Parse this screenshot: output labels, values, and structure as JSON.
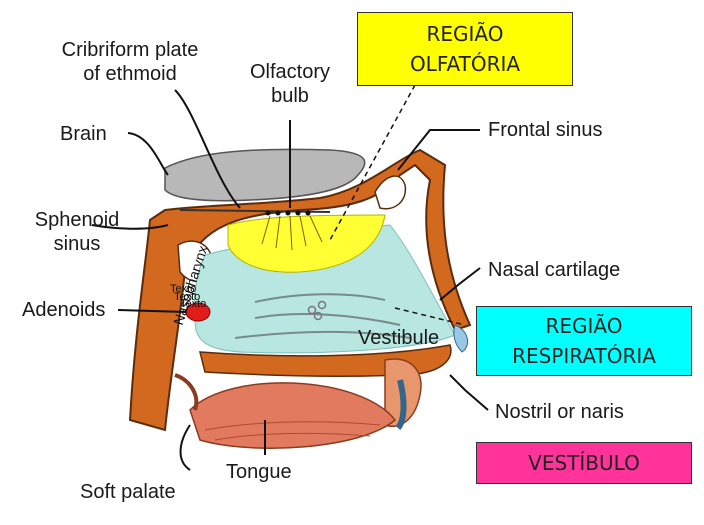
{
  "labels": {
    "cribriform": [
      "Cribriform plate",
      "of ethmoid"
    ],
    "olfactory_bulb": [
      "Olfactory",
      "bulb"
    ],
    "brain": "Brain",
    "frontal_sinus": "Frontal sinus",
    "sphenoid": [
      "Sphenoid",
      "sinus"
    ],
    "nasal_cartilage": "Nasal cartilage",
    "adenoids": "Adenoids",
    "vestibule": "Vestibule",
    "nasopharynx": "Nasopharynx",
    "nostril": "Nostril or naris",
    "soft_palate": "Soft palate",
    "tongue": "Tongue",
    "texto": [
      "Texto",
      "Texto",
      "Texto"
    ]
  },
  "regions": {
    "olfatoria": {
      "lines": [
        "REGIÃO",
        "OLFATÓRIA"
      ],
      "color": "#ffff00"
    },
    "respiratoria": {
      "lines": [
        "REGIÃO",
        "RESPIRATÓRIA"
      ],
      "color": "#00ffff"
    },
    "vestibulo": {
      "lines": [
        "VESTÍBULO"
      ],
      "color": "#ff3399"
    }
  }
}
